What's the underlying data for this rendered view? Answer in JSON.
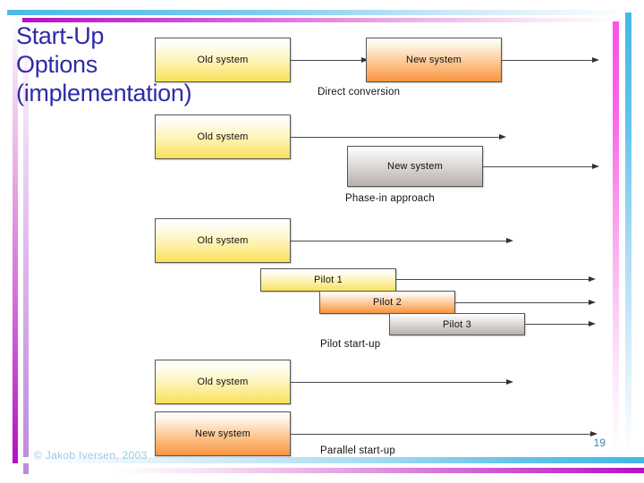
{
  "slide": {
    "title": "Start-Up\nOptions\n(implementation)",
    "page_number": "19",
    "credit": "© Jakob Iversen, 2003"
  },
  "colors": {
    "title": "#2f2aa8",
    "page_number": "#3f87b8",
    "credit": "#9fc9e0",
    "box_yellow": "#f9e158",
    "box_orange": "#f79440",
    "box_gray": "#b6b1ad",
    "deco_blue": "#44b7ea",
    "deco_magenta": "#b510c4",
    "line": "#4a4a4a"
  },
  "diagram": {
    "groups": [
      {
        "name": "direct-conversion",
        "caption": "Direct conversion",
        "boxes": [
          {
            "label": "Old system",
            "style": "yellow"
          },
          {
            "label": "New system",
            "style": "orange"
          }
        ]
      },
      {
        "name": "phase-in-approach",
        "caption": "Phase-in approach",
        "boxes": [
          {
            "label": "Old system",
            "style": "yellow"
          },
          {
            "label": "New system",
            "style": "gray"
          }
        ]
      },
      {
        "name": "pilot-start-up",
        "caption": "Pilot start-up",
        "boxes": [
          {
            "label": "Old system",
            "style": "yellow"
          },
          {
            "label": "Pilot 1",
            "style": "yellow"
          },
          {
            "label": "Pilot 2",
            "style": "orange"
          },
          {
            "label": "Pilot 3",
            "style": "gray"
          }
        ]
      },
      {
        "name": "parallel-start-up",
        "caption": "Parallel start-up",
        "boxes": [
          {
            "label": "Old system",
            "style": "yellow"
          },
          {
            "label": "New system",
            "style": "orange"
          }
        ]
      }
    ]
  }
}
